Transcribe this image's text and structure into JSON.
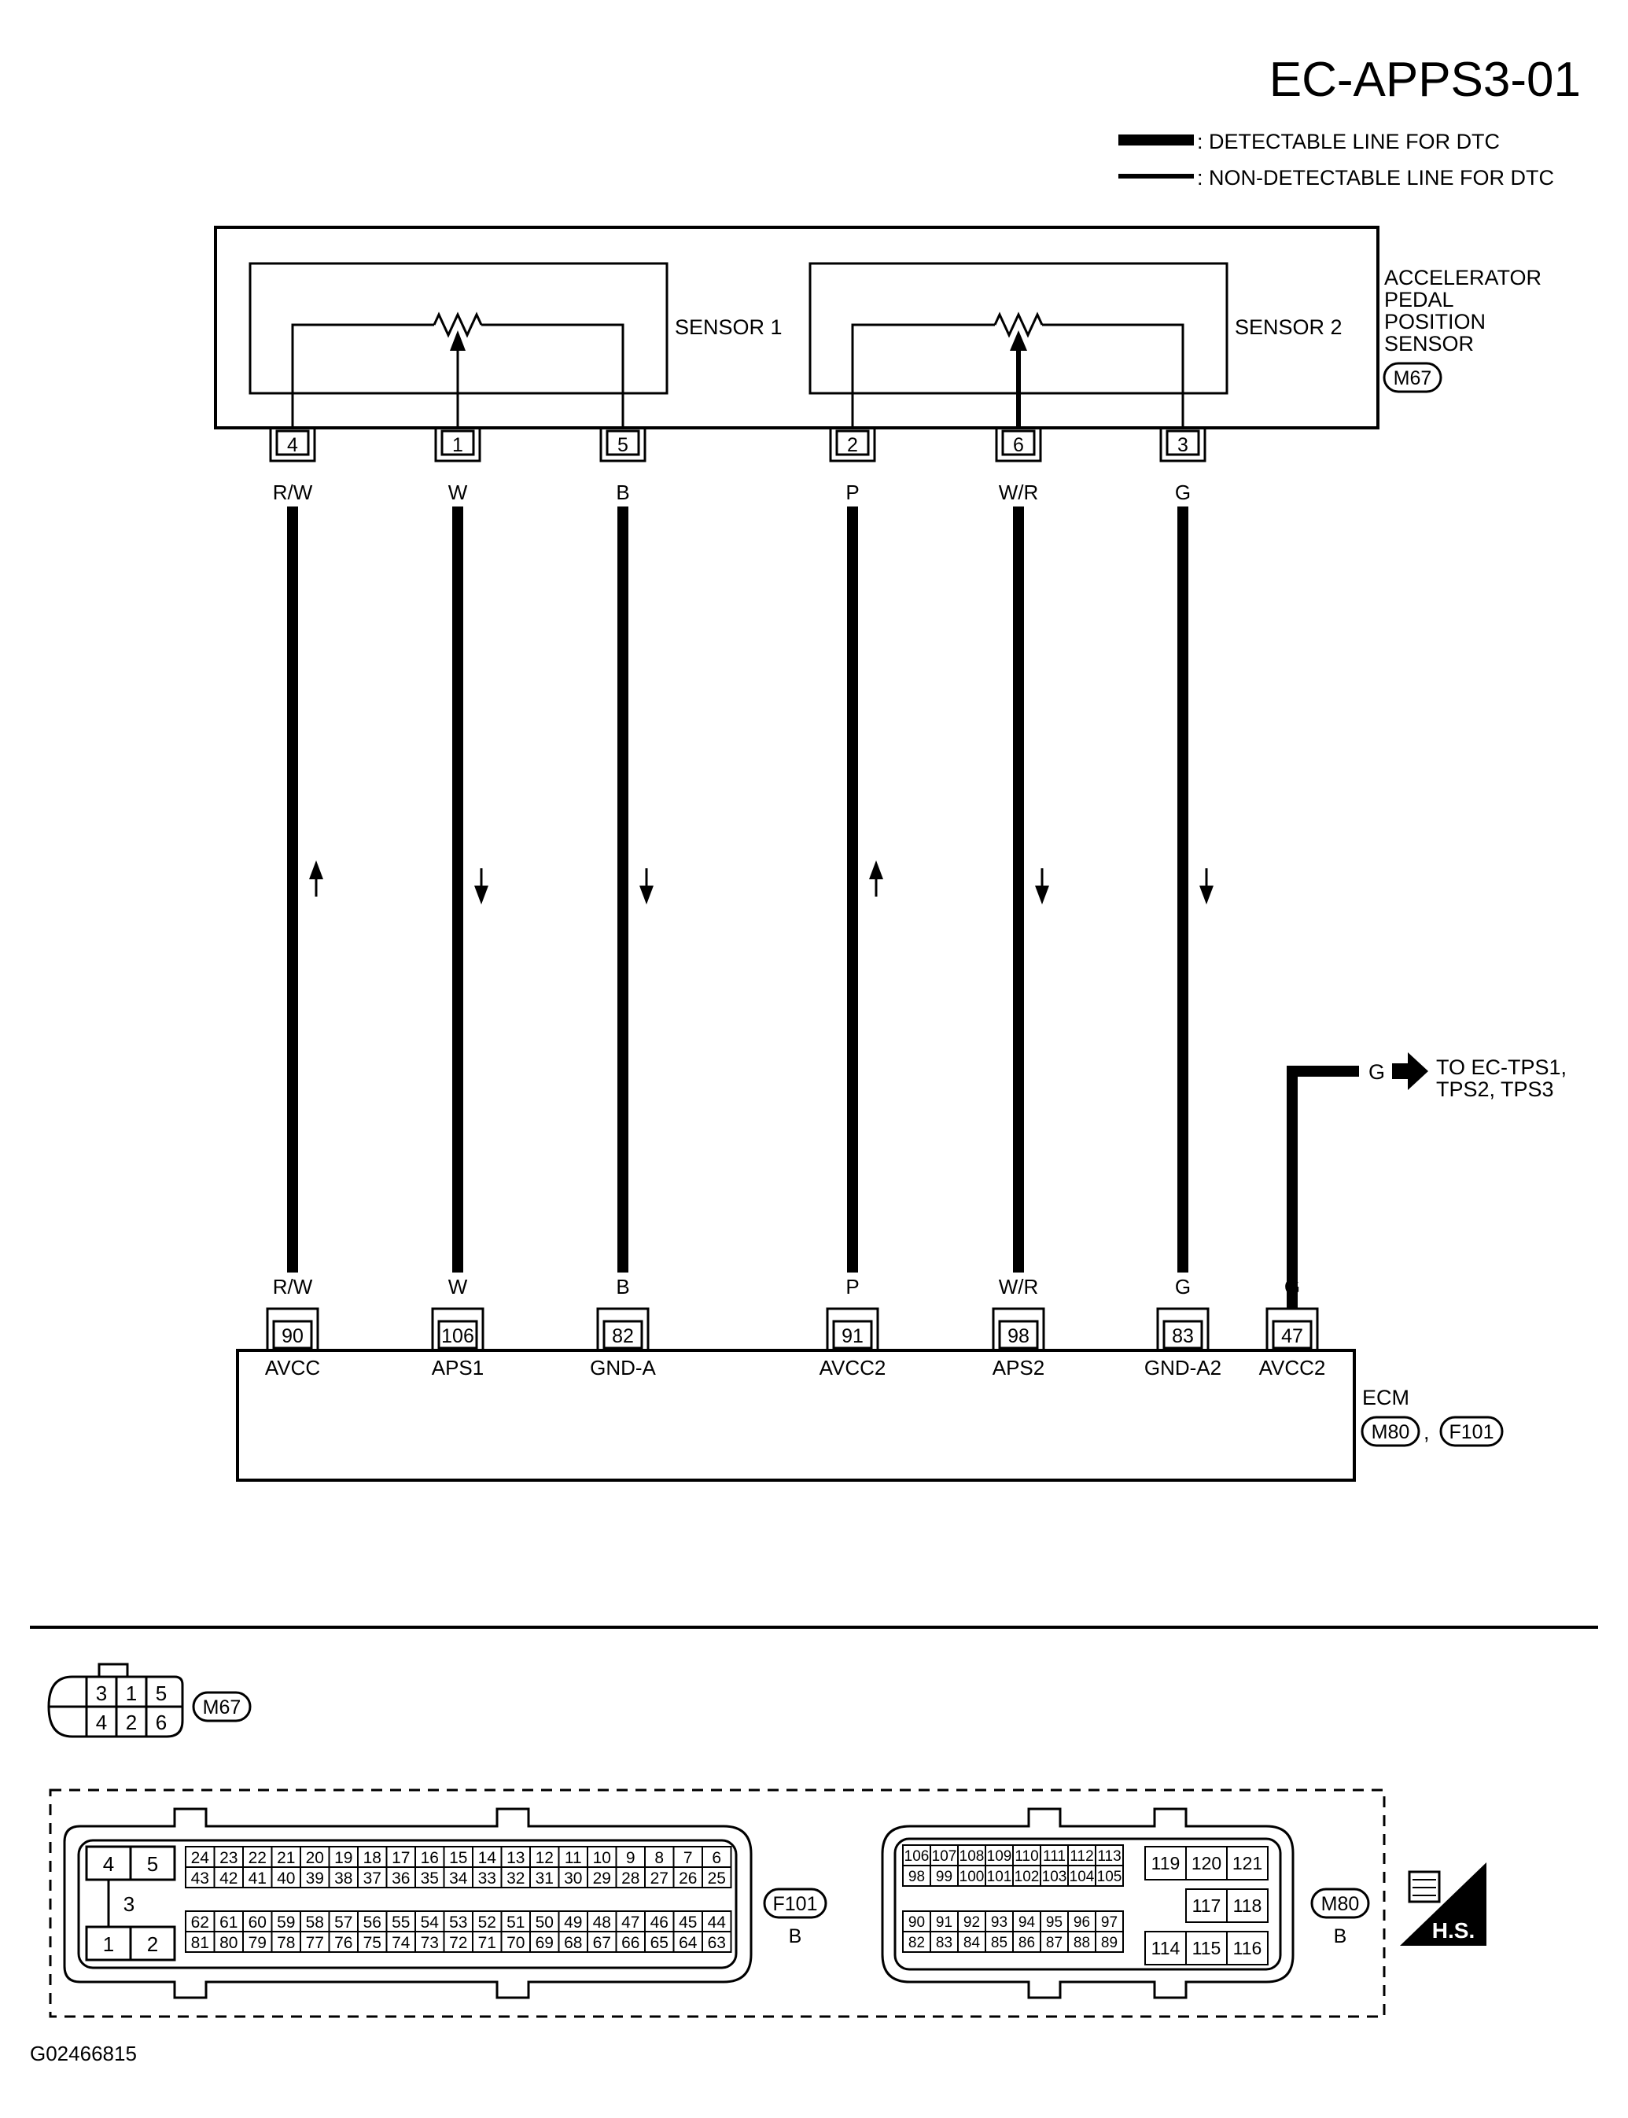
{
  "header": {
    "page_code": "EC-APPS3-01",
    "legend_detectable": ": DETECTABLE LINE FOR DTC",
    "legend_non_detectable": ": NON-DETECTABLE LINE FOR DTC"
  },
  "sensor": {
    "sensor1_label": "SENSOR 1",
    "sensor2_label": "SENSOR 2",
    "name_lines": [
      "ACCELERATOR",
      "PEDAL",
      "POSITION",
      "SENSOR"
    ],
    "connector": "M67"
  },
  "wires": [
    {
      "sensor_terminal": "4",
      "color": "R/W",
      "ecm_terminal": "90",
      "ecm_signal": "AVCC",
      "flow": "up",
      "detectable": true
    },
    {
      "sensor_terminal": "1",
      "color": "W",
      "ecm_terminal": "106",
      "ecm_signal": "APS1",
      "flow": "down",
      "detectable": true
    },
    {
      "sensor_terminal": "5",
      "color": "B",
      "ecm_terminal": "82",
      "ecm_signal": "GND-A",
      "flow": "down",
      "detectable": true
    },
    {
      "sensor_terminal": "2",
      "color": "P",
      "ecm_terminal": "91",
      "ecm_signal": "AVCC2",
      "flow": "up",
      "detectable": true
    },
    {
      "sensor_terminal": "6",
      "color": "W/R",
      "ecm_terminal": "98",
      "ecm_signal": "APS2",
      "flow": "down",
      "detectable": true
    },
    {
      "sensor_terminal": "3",
      "color": "G",
      "ecm_terminal": "83",
      "ecm_signal": "GND-A2",
      "flow": "down",
      "detectable": true
    }
  ],
  "branch": {
    "ecm_terminal": "47",
    "ecm_signal": "AVCC2",
    "color": "G",
    "arrow_color_label": "G",
    "to_lines": [
      "TO EC-TPS1,",
      "TPS2, TPS3"
    ]
  },
  "ecm": {
    "label": "ECM",
    "connectors": [
      "M80",
      "F101"
    ],
    "separator": ","
  },
  "connector_views": {
    "m67": {
      "id": "M67",
      "top_row": [
        "3",
        "1",
        "5"
      ],
      "bottom_row": [
        "4",
        "2",
        "6"
      ]
    },
    "f101": {
      "id": "F101",
      "color": "B",
      "left_block": [
        "4",
        "5",
        "3",
        "1",
        "2"
      ],
      "rows": [
        [
          "24",
          "23",
          "22",
          "21",
          "20",
          "19",
          "18",
          "17",
          "16",
          "15",
          "14",
          "13",
          "12",
          "11",
          "10",
          "9",
          "8",
          "7",
          "6"
        ],
        [
          "43",
          "42",
          "41",
          "40",
          "39",
          "38",
          "37",
          "36",
          "35",
          "34",
          "33",
          "32",
          "31",
          "30",
          "29",
          "28",
          "27",
          "26",
          "25"
        ],
        [
          "62",
          "61",
          "60",
          "59",
          "58",
          "57",
          "56",
          "55",
          "54",
          "53",
          "52",
          "51",
          "50",
          "49",
          "48",
          "47",
          "46",
          "45",
          "44"
        ],
        [
          "81",
          "80",
          "79",
          "78",
          "77",
          "76",
          "75",
          "74",
          "73",
          "72",
          "71",
          "70",
          "69",
          "68",
          "67",
          "66",
          "65",
          "64",
          "63"
        ]
      ]
    },
    "m80": {
      "id": "M80",
      "color": "B",
      "rows": [
        [
          "106",
          "107",
          "108",
          "109",
          "110",
          "111",
          "112",
          "113"
        ],
        [
          "98",
          "99",
          "100",
          "101",
          "102",
          "103",
          "104",
          "105"
        ],
        [
          "90",
          "91",
          "92",
          "93",
          "94",
          "95",
          "96",
          "97"
        ],
        [
          "82",
          "83",
          "84",
          "85",
          "86",
          "87",
          "88",
          "89"
        ]
      ],
      "right_rows": [
        [
          "119",
          "120",
          "121"
        ],
        [
          "117",
          "118"
        ],
        [
          "114",
          "115",
          "116"
        ]
      ]
    },
    "hs_label": "H.S."
  },
  "footer": {
    "figure_id": "G02466815"
  }
}
